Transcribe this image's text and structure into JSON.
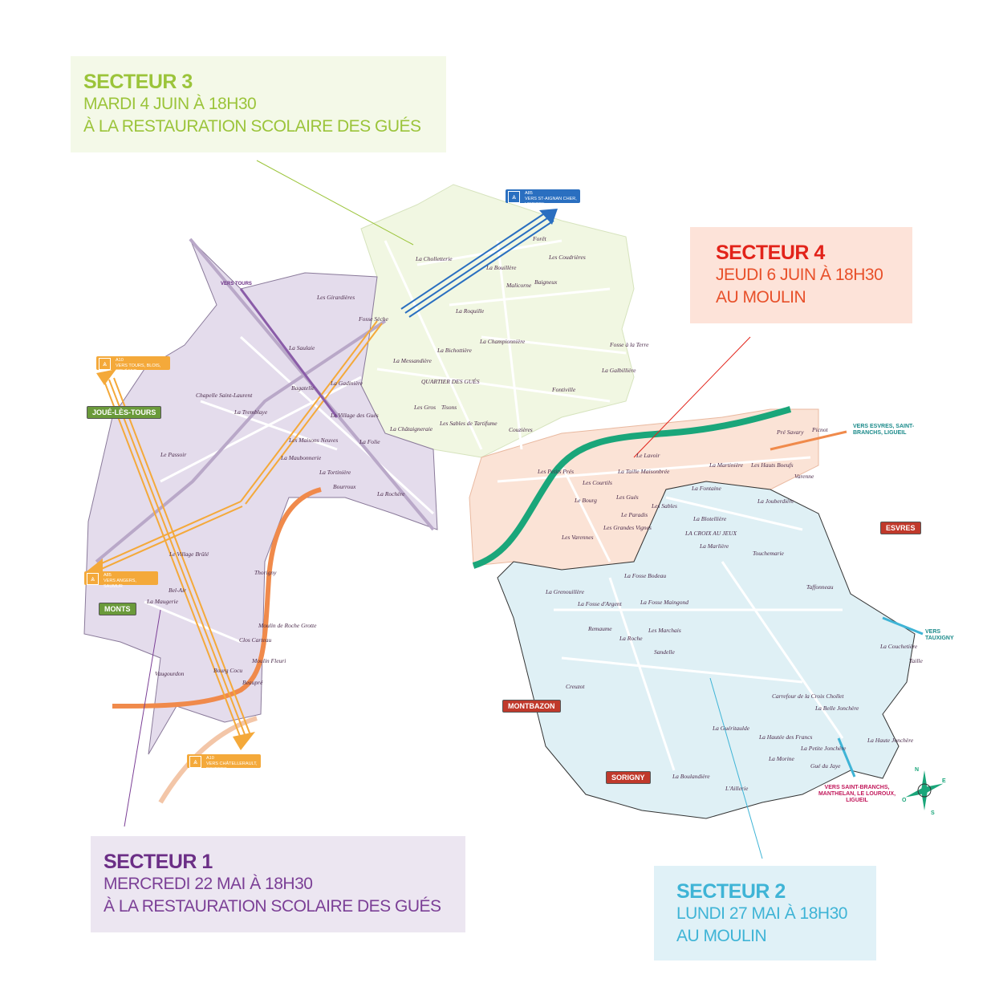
{
  "sectors": {
    "s3": {
      "title": "SECTEUR 3",
      "date": "MARDI 4 JUIN À 18H30",
      "place": "À LA RESTAURATION SCOLAIRE DES GUÉS"
    },
    "s4": {
      "title": "SECTEUR 4",
      "date": "JEUDI 6 JUIN À 18H30",
      "place": "AU MOULIN"
    },
    "s1": {
      "title": "SECTEUR 1",
      "date": "MERCREDI 22 MAI À 18H30",
      "place": "À LA RESTAURATION SCOLAIRE DES GUÉS"
    },
    "s2": {
      "title": "SECTEUR 2",
      "date": "LUNDI 27 MAI À 18H30",
      "place": "AU MOULIN"
    }
  },
  "colors": {
    "s1": "#e4dcec",
    "s2": "#dff0f5",
    "s3": "#f1f7e2",
    "s4": "#fbe3d6",
    "motorway": "#f4a93a",
    "a85_blue": "#2a6fc0",
    "river": "#f08a4b",
    "green_road": "#1aa67a"
  },
  "towns": [
    {
      "name": "JOUÉ-LÈS-TOURS",
      "color": "#6a9a3a"
    },
    {
      "name": "MONTS",
      "color": "#6a9a3a"
    },
    {
      "name": "MONTBAZON",
      "color": "#c0392b"
    },
    {
      "name": "SORIGNY",
      "color": "#c0392b"
    },
    {
      "name": "ESVRES",
      "color": "#c0392b"
    }
  ],
  "signs": [
    {
      "road": "A10",
      "dest": "VERS TOURS, BLOIS, ORLÉANS"
    },
    {
      "road": "A85",
      "dest": "VERS ANGERS, SAUMUR"
    },
    {
      "road": "A10",
      "dest": "VERS CHÂTELLERAULT, POITIERS"
    },
    {
      "road": "A85",
      "dest": "VERS ST-AIGNAN CHER, VIERZON"
    }
  ],
  "directions": {
    "tours": "VERS TOURS",
    "esvres": "VERS ESVRES, SAINT-BRANCHS, LIGUEIL",
    "tauxigny": "VERS TAUXIGNY",
    "south": "VERS SAINT-BRANCHS, MANTHELAN, LE LOUROUX, LIGUEIL"
  },
  "compass": {
    "n": "N",
    "e": "E",
    "s": "S",
    "o": "O"
  },
  "places": [
    "La Cholletterie",
    "Forêt",
    "Les Coudrières",
    "La Bouillère",
    "Malicorne",
    "Baigneux",
    "La Roquille",
    "La Championnière",
    "La Bichottière",
    "La Messandière",
    "QUARTIER DES GUÉS",
    "Fontiville",
    "La Galbillière",
    "Fosse à la Terre",
    "Les Gros",
    "Tisons",
    "Les Sables de Tartifume",
    "Couzières",
    "Le Village des Gués",
    "La Châtaigneraie",
    "La Folie",
    "Les Girardières",
    "Fosse Sèche",
    "La Saulaie",
    "Bagatelle",
    "La Gadinière",
    "Chapelle Saint-Laurent",
    "La Tremblaye",
    "Les Maisons Neuves",
    "La Maubonnerie",
    "La Tortinière",
    "Bourroux",
    "La Rochère",
    "Le Passoir",
    "Le Village Brûlé",
    "Bel-Air",
    "La Maugerie",
    "Thorigny",
    "Moulin de Roche Grotte",
    "Clos Carteau",
    "Moulin Fleuri",
    "Bourg Cocu",
    "Beaupré",
    "Vaugourdon",
    "Le Lavoir",
    "La Taille Maisonbrée",
    "La Martinière",
    "Les Hauts Boeufs",
    "Pré Savary",
    "Picnot",
    "Varenne",
    "Les Petits Prés",
    "Les Courtils",
    "Le Bourg",
    "Les Gués",
    "Le Paradis",
    "Les Varennes",
    "Les Grandes Vignes",
    "La Fontaine",
    "Les Sables",
    "La Blotellière",
    "LA CROIX AU JEUX",
    "La Jouberdière",
    "Touchemarie",
    "La Marlière",
    "Taffonneau",
    "La Fosse Bodeau",
    "La Grenouillère",
    "La Fosse d'Argent",
    "La Fosse Maingond",
    "Remaume",
    "La Roche",
    "Les Marchais",
    "Sandelle",
    "Creuzot",
    "La Couchetière",
    "Taille",
    "Carrefour de la Croix Chollet",
    "La Belle Jonchère",
    "La Guéritaulde",
    "La Hautée des Francs",
    "La Petite Jonchère",
    "La Haute Jonchère",
    "Gué du Jaye",
    "La Morine",
    "La Boulandière",
    "L'Aillerie"
  ]
}
